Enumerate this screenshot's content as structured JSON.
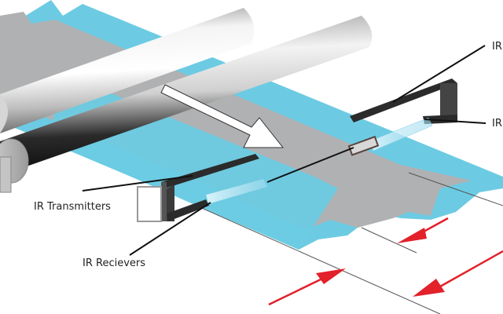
{
  "diagram": {
    "type": "web-guiding IR sensor illustration",
    "labels": {
      "ir_transmitters": "IR Transmitters",
      "ir_receivers": "IR Recievers",
      "ir_top_right": "IR",
      "ir_mid_right": "IR"
    },
    "colors": {
      "web_blue": "#6ccbe3",
      "web_gray": "#b0b1b3",
      "roller_light": "#f2f2f2",
      "roller_dark": "#1a1a1a",
      "sensor_frame": "#2e2e2e",
      "arrow_red": "#e2212b",
      "beam": "#bfe9f5"
    },
    "elements": [
      "rollers",
      "blue film web",
      "gray film web",
      "direction arrow",
      "IR sensor frame left",
      "IR sensor frame right",
      "IR beams",
      "red width indicator arrows"
    ]
  }
}
